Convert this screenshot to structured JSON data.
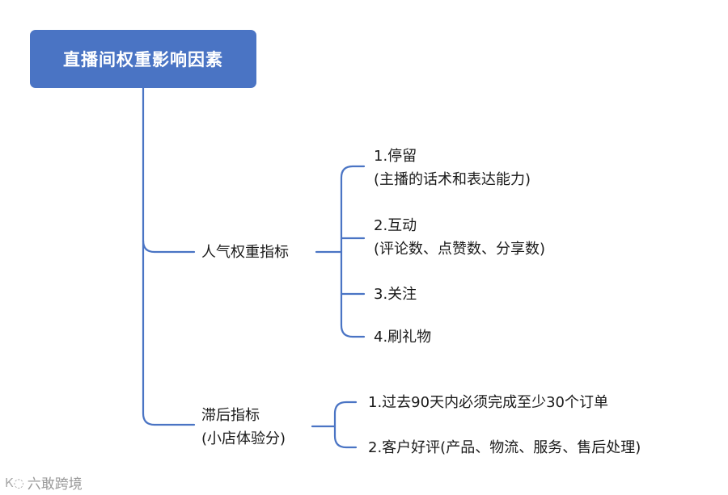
{
  "root": {
    "title": "直播间权重影响因素"
  },
  "branches": [
    {
      "label_lines": [
        "人气权重指标"
      ],
      "items": [
        {
          "lines": [
            "1.停留",
            "(主播的话术和表达能力)"
          ]
        },
        {
          "lines": [
            "2.互动",
            "(评论数、点赞数、分享数)"
          ]
        },
        {
          "lines": [
            "3.关注"
          ]
        },
        {
          "lines": [
            "4.刷礼物"
          ]
        }
      ]
    },
    {
      "label_lines": [
        "滞后指标",
        "(小店体验分)"
      ],
      "items": [
        {
          "lines": [
            "1.过去90天内必须完成至少30个订单"
          ]
        },
        {
          "lines": [
            "2.客户好评(产品、物流、服务、售后处理)"
          ]
        }
      ]
    }
  ],
  "watermark": {
    "text": "六敢跨境",
    "logo_icon": "brand-logo-icon"
  },
  "colors": {
    "box": "#4a74c4",
    "line": "#4a74c4",
    "text": "#1a1a1a"
  }
}
